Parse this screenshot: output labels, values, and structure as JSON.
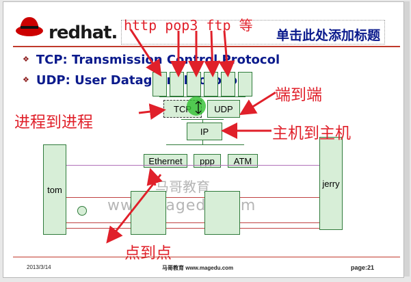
{
  "header": {
    "logo_text": "redhat.",
    "title": "单击此处添加标题"
  },
  "bullets": [
    {
      "marker": "❖",
      "text": "TCP: Transmission Control Protocol"
    },
    {
      "marker": "❖",
      "text": "UDP: User Datagram Protocol"
    }
  ],
  "diagram": {
    "tcp": "TCP",
    "udp": "UDP",
    "ip": "IP",
    "links": [
      "Ethernet",
      "ppp",
      "ATM"
    ],
    "host_left": "tom",
    "host_right": "jerry"
  },
  "annotations": {
    "protocols": "http pop3 ftp 等",
    "process_to_process": "进程到进程",
    "end_to_end": "端到端",
    "host_to_host": "主机到主机",
    "point_to_point": "点到点"
  },
  "watermark": {
    "line1": "马哥教育",
    "line2": "www.magedu.com"
  },
  "footer": {
    "date": "2013/3/14",
    "center": "马哥教育 www.magedu.com",
    "page": "page:21"
  },
  "colors": {
    "title_blue": "#0a1a8c",
    "annotation_red": "#e0202a",
    "box_fill": "#d7eed7",
    "box_border": "#2f7a3a",
    "rule_red": "#c0392b"
  }
}
